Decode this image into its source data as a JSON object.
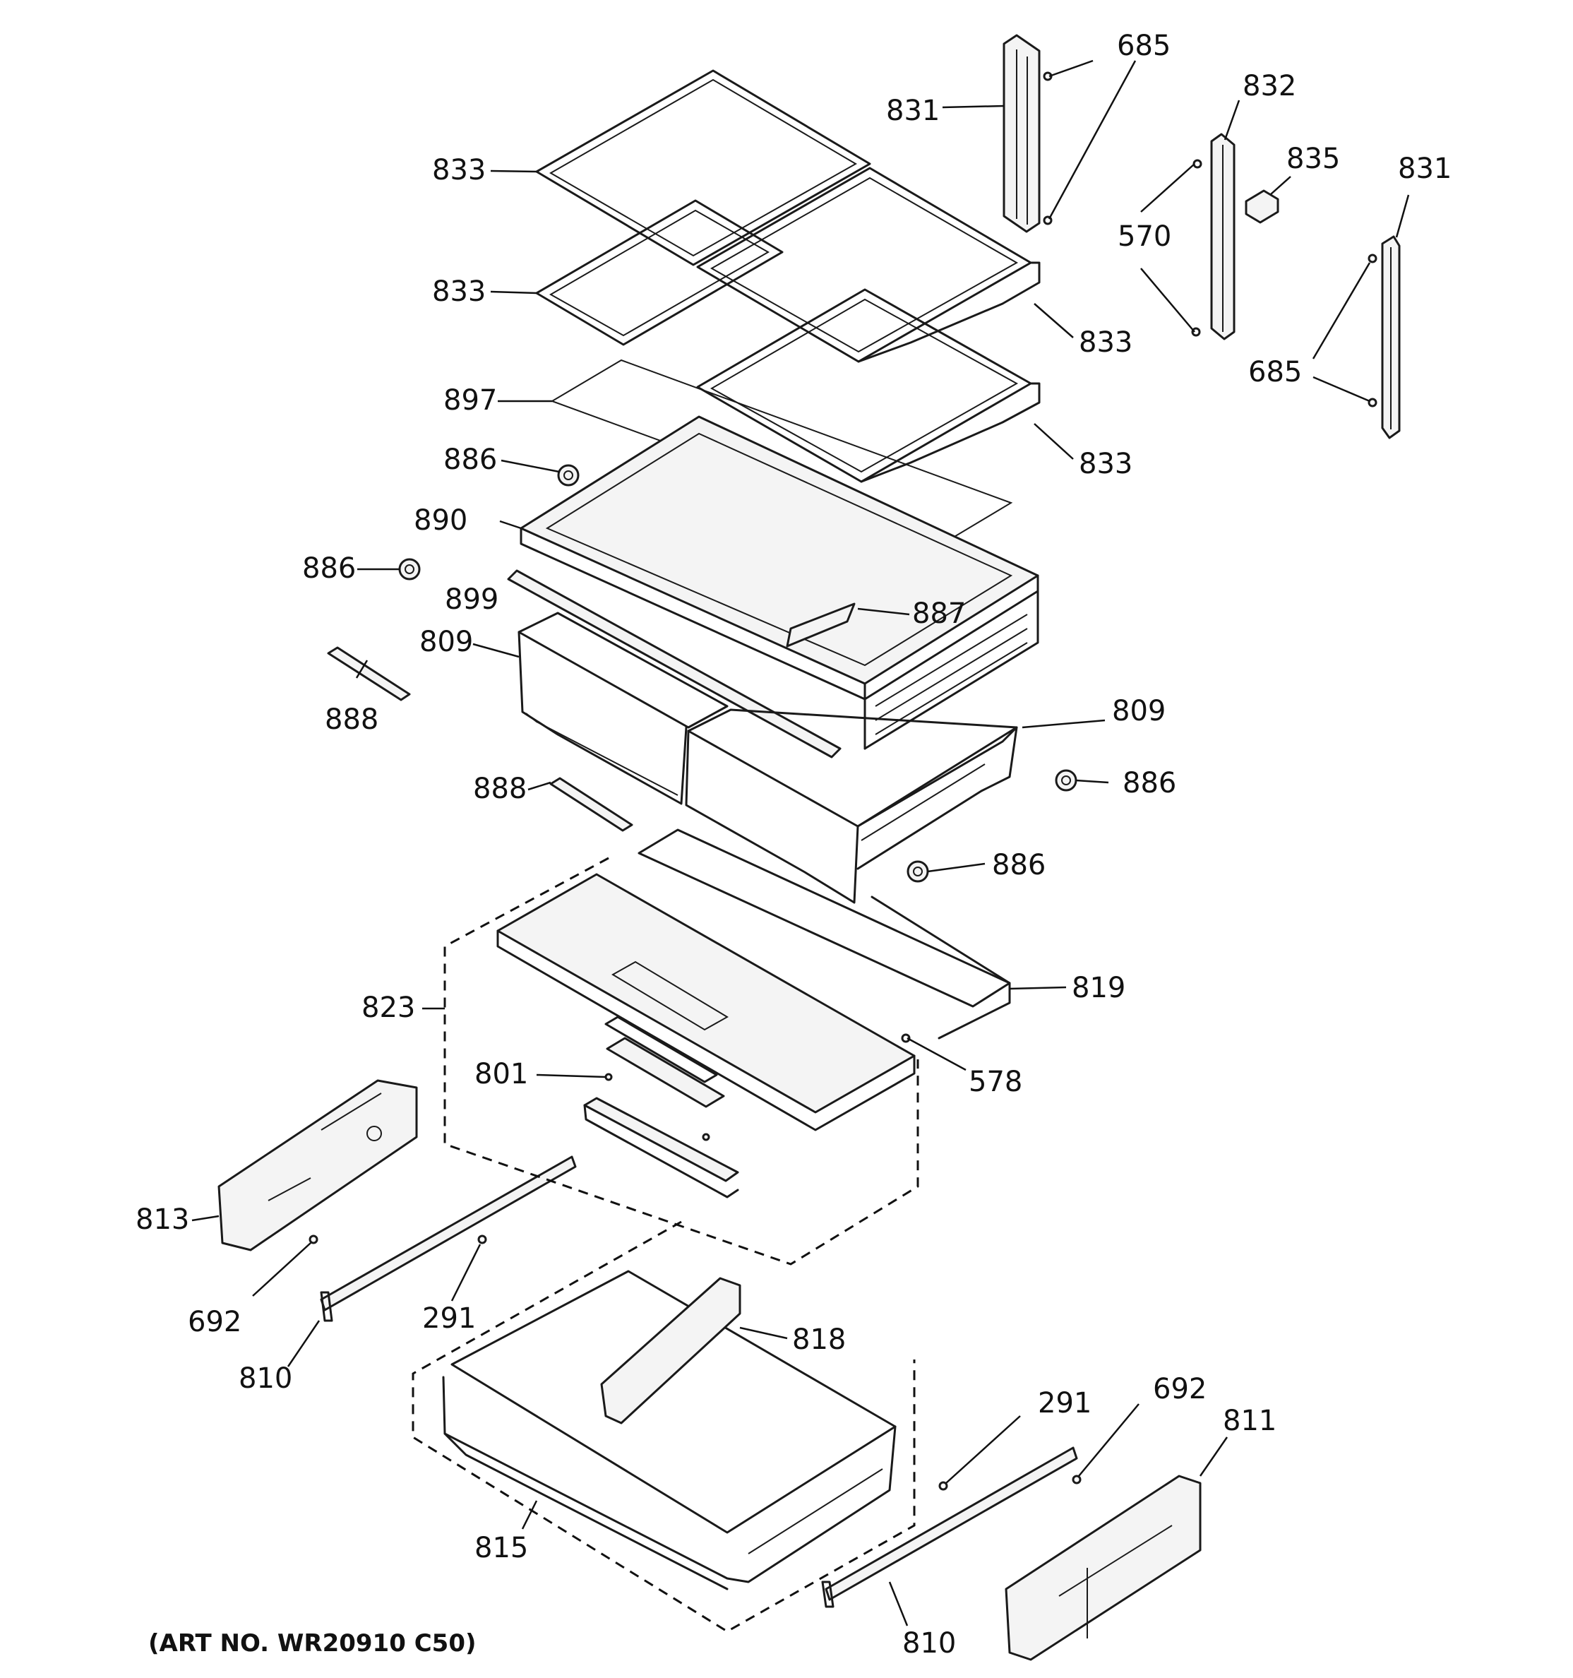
{
  "callouts": [
    {
      "id": "c831a",
      "text": "831"
    },
    {
      "id": "c685a",
      "text": "685"
    },
    {
      "id": "c832",
      "text": "832"
    },
    {
      "id": "c835",
      "text": "835"
    },
    {
      "id": "c831b",
      "text": "831"
    },
    {
      "id": "c570",
      "text": "570"
    },
    {
      "id": "c833a",
      "text": "833"
    },
    {
      "id": "c833b",
      "text": "833"
    },
    {
      "id": "c833c",
      "text": "833"
    },
    {
      "id": "c833d",
      "text": "833"
    },
    {
      "id": "c685b",
      "text": "685"
    },
    {
      "id": "c897",
      "text": "897"
    },
    {
      "id": "c886a",
      "text": "886"
    },
    {
      "id": "c890",
      "text": "890"
    },
    {
      "id": "c886b",
      "text": "886"
    },
    {
      "id": "c899",
      "text": "899"
    },
    {
      "id": "c887",
      "text": "887"
    },
    {
      "id": "c809a",
      "text": "809"
    },
    {
      "id": "c809b",
      "text": "809"
    },
    {
      "id": "c888a",
      "text": "888"
    },
    {
      "id": "c886c",
      "text": "886"
    },
    {
      "id": "c888b",
      "text": "888"
    },
    {
      "id": "c886d",
      "text": "886"
    },
    {
      "id": "c819",
      "text": "819"
    },
    {
      "id": "c823",
      "text": "823"
    },
    {
      "id": "c578",
      "text": "578"
    },
    {
      "id": "c801",
      "text": "801"
    },
    {
      "id": "c813",
      "text": "813"
    },
    {
      "id": "c692a",
      "text": "692"
    },
    {
      "id": "c291a",
      "text": "291"
    },
    {
      "id": "c818",
      "text": "818"
    },
    {
      "id": "c810a",
      "text": "810"
    },
    {
      "id": "c291b",
      "text": "291"
    },
    {
      "id": "c692b",
      "text": "692"
    },
    {
      "id": "c811",
      "text": "811"
    },
    {
      "id": "c815",
      "text": "815"
    },
    {
      "id": "c810b",
      "text": "810"
    }
  ],
  "footer": {
    "art_no": "(ART NO. WR20910 C50)"
  }
}
